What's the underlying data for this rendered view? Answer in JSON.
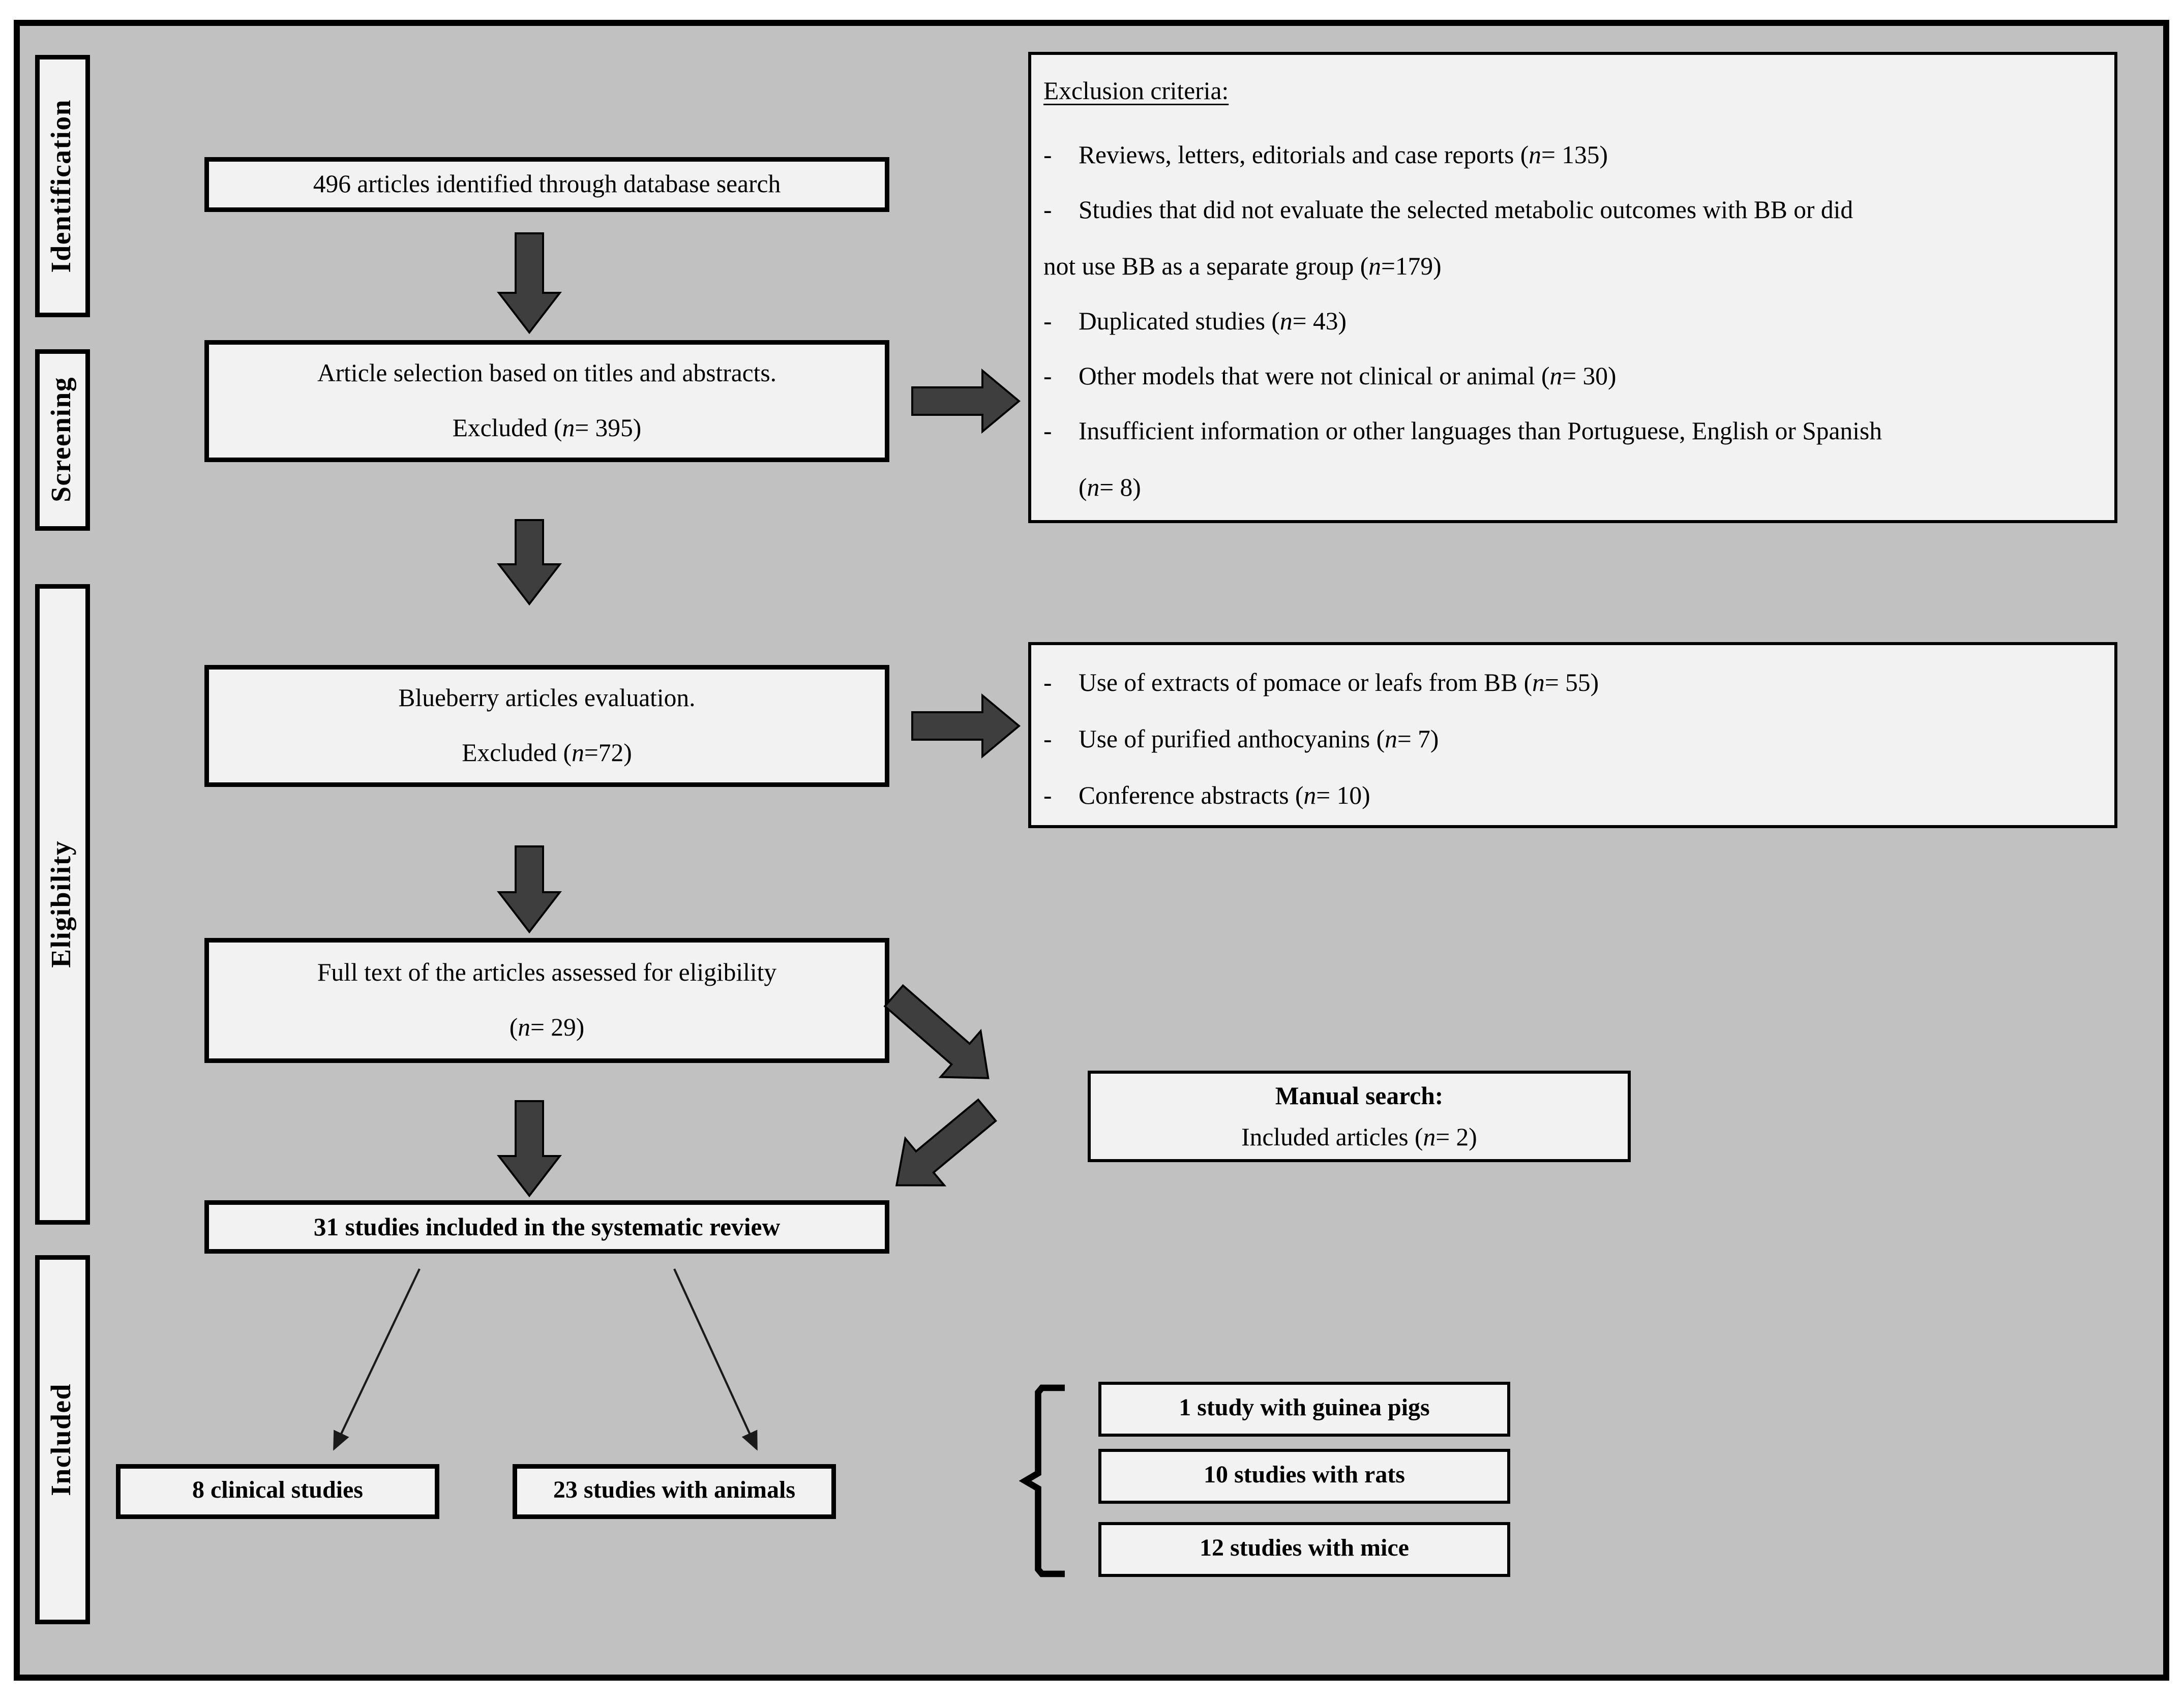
{
  "colors": {
    "background": "#c1c1c1",
    "box_fill": "#f2f2f2",
    "border": "#000000",
    "arrow_fill": "#3e3e3e"
  },
  "stages": {
    "identification": "Identification",
    "screening": "Screening",
    "eligibility": "Eligibility",
    "included": "Included"
  },
  "flow": {
    "identified": "496 articles identified through database search",
    "selection": {
      "line1": "Article selection based on titles and abstracts.",
      "line2": "Excluded (<i>n</i>= 395)"
    },
    "blueberry": {
      "line1": "Blueberry articles evaluation.",
      "line2": "Excluded (<i>n</i>=72)"
    },
    "fulltext": {
      "line1": "Full text of the articles assessed for eligibility",
      "line2": "(<i>n</i>= 29)"
    },
    "manual": {
      "line1": "Manual search:",
      "line2": "Included articles (<i>n</i>= 2)"
    },
    "included_review": "31 studies included in the systematic review",
    "clinical": "8 clinical studies",
    "animals": "23 studies with animals",
    "guinea_pigs": "1 study with guinea pigs",
    "rats": "10 studies with rats",
    "mice": "12 studies with mice"
  },
  "exclusion_box": {
    "title": "Exclusion criteria:",
    "lines": [
      {
        "text": "Reviews, letters, editorials and case reports (<i>n</i>= 135)"
      },
      {
        "text": "Studies that did not evaluate the selected metabolic outcomes with BB or did"
      },
      {
        "text": "not use BB as a separate group (<i>n</i>=179)"
      },
      {
        "text": "Duplicated studies (<i>n</i>= 43)"
      },
      {
        "text": "Other models that were not clinical or animal (<i>n</i>= 30)"
      },
      {
        "text": "Insufficient information or other languages than Portuguese, English or Spanish"
      },
      {
        "text": "(<i>n</i>= 8)"
      }
    ]
  },
  "evaluation_box": {
    "lines": [
      {
        "text": "Use of extracts of pomace or leafs from BB (<i>n</i>= 55)"
      },
      {
        "text": "Use of purified anthocyanins (<i>n</i>= 7)"
      },
      {
        "text": "Conference abstracts (<i>n</i>= 10)"
      }
    ]
  }
}
